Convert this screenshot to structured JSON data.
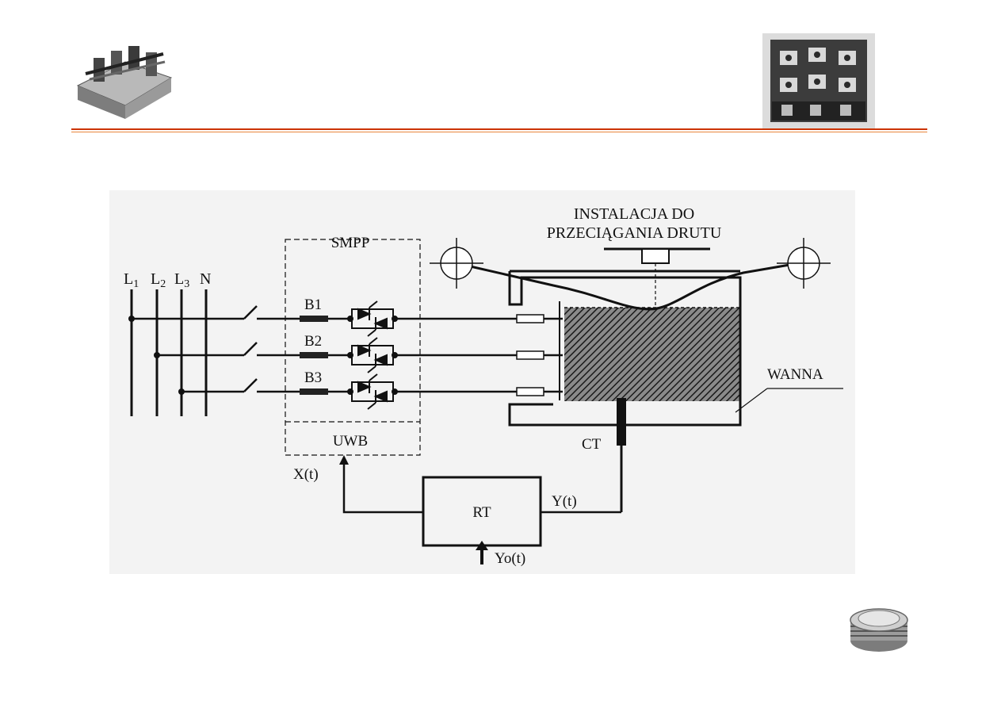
{
  "diagram": {
    "title_line1": "INSTALACJA DO",
    "title_line2": "PRZECIĄGANIA DRUTU",
    "phases": [
      "L",
      "L",
      "L",
      "N"
    ],
    "phase_subs": [
      "1",
      "2",
      "3",
      ""
    ],
    "smpp_label": "SMPP",
    "branches": [
      "B1",
      "B2",
      "B3"
    ],
    "uwb_label": "UWB",
    "rt_label": "RT",
    "ct_label": "CT",
    "wanna_label": "WANNA",
    "x_signal": "X(t)",
    "y_signal": "Y(t)",
    "yo_signal": "Yo(t)"
  },
  "colors": {
    "header_rule": "#cc3300",
    "header_rule_light": "#e8843c",
    "diagram_background": "#f3f3f3"
  }
}
